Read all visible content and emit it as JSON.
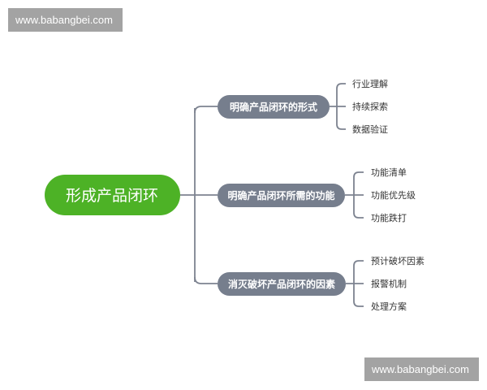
{
  "watermarks": {
    "top": "www.babangbei.com",
    "bottom": "www.babangbei.com"
  },
  "colors": {
    "root": "#4db226",
    "branch": "#767e8d",
    "line": "#7d8390"
  },
  "mindmap": {
    "root": "形成产品闭环",
    "branches": [
      {
        "label": "明确产品闭环的形式",
        "leaves": [
          "行业理解",
          "持续探索",
          "数据验证"
        ]
      },
      {
        "label": "明确产品闭环所需的功能",
        "leaves": [
          "功能清单",
          "功能优先级",
          "功能跌打"
        ]
      },
      {
        "label": "消灭破坏产品闭环的因素",
        "leaves": [
          "预计破坏因素",
          "报警机制",
          "处理方案"
        ]
      }
    ]
  }
}
